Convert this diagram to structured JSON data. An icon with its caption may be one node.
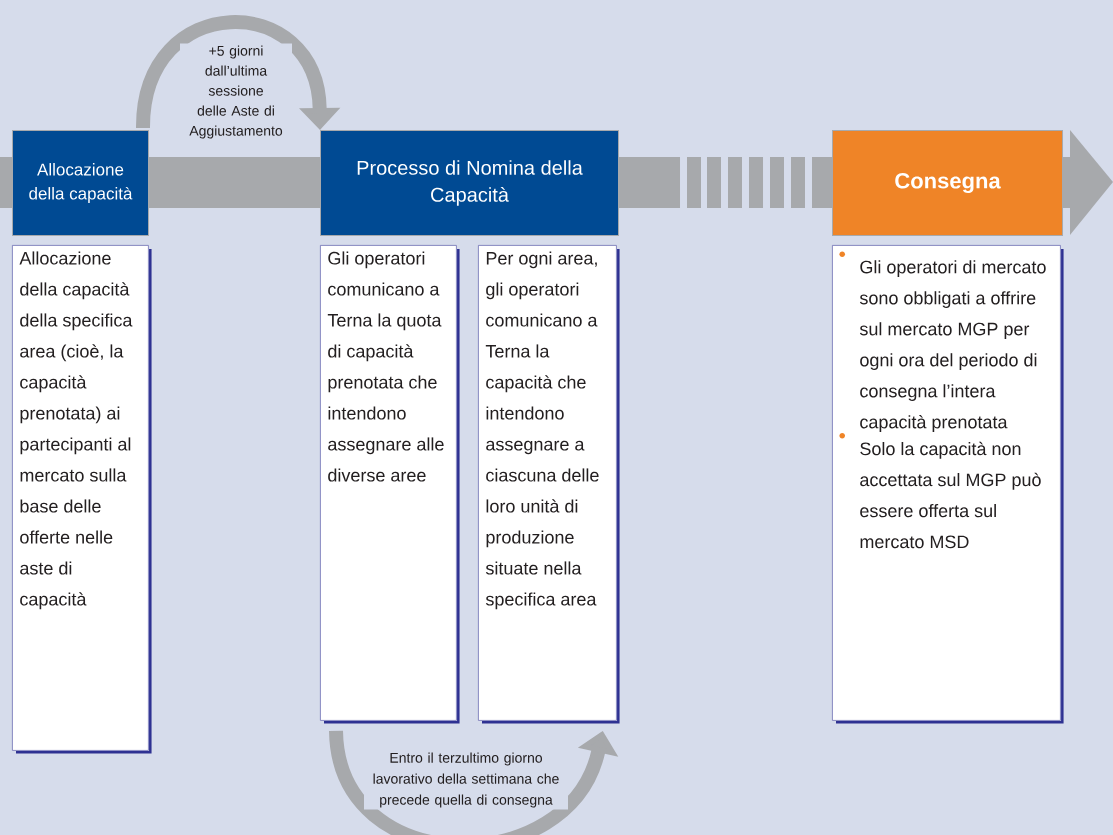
{
  "diagram": {
    "nodes": [
      {
        "text": [
          "Allocazione della capacità"
        ]
      },
      {
        "text": [
          "Processo di Nomina della Capacità"
        ]
      },
      {
        "text": [
          "Consegna"
        ]
      },
      {
        "text": [
          "Allocazione della capacità della specifica area (cioè, la capacità prenotata) ai partecipanti al mercato sulla base delle offerte nelle aste di capacità"
        ]
      },
      {
        "text": [
          "Gli operatori comunicano a Terna la quota di capacità prenotata che intendono assegnare alle diverse aree"
        ]
      },
      {
        "text": [
          "Per ogni area, gli operatori comunicano a Terna la capacità che intendono assegnare a ciascuna delle loro unità di produzione situate nella specifica area"
        ]
      },
      {
        "text": [
          "Gli operatori di mercato sono obbligati a offrire sul mercato MGP per ogni ora del periodo di consegna l’intera capacità prenotata",
          "Solo la capacità non accettata sul MGP può essere offerta sul mercato MSD"
        ]
      }
    ],
    "edges": [
      {
        "from": 0,
        "to": 1,
        "arrow": "to",
        "label": "+5 giorni dall’ultima sessione delle Aste di Aggiustamento"
      },
      {
        "from": 4,
        "to": 5,
        "arrow": "to",
        "label": "Entro il terzultimo giorno lavorativo della settimana che precede quella di consegna"
      }
    ]
  }
}
